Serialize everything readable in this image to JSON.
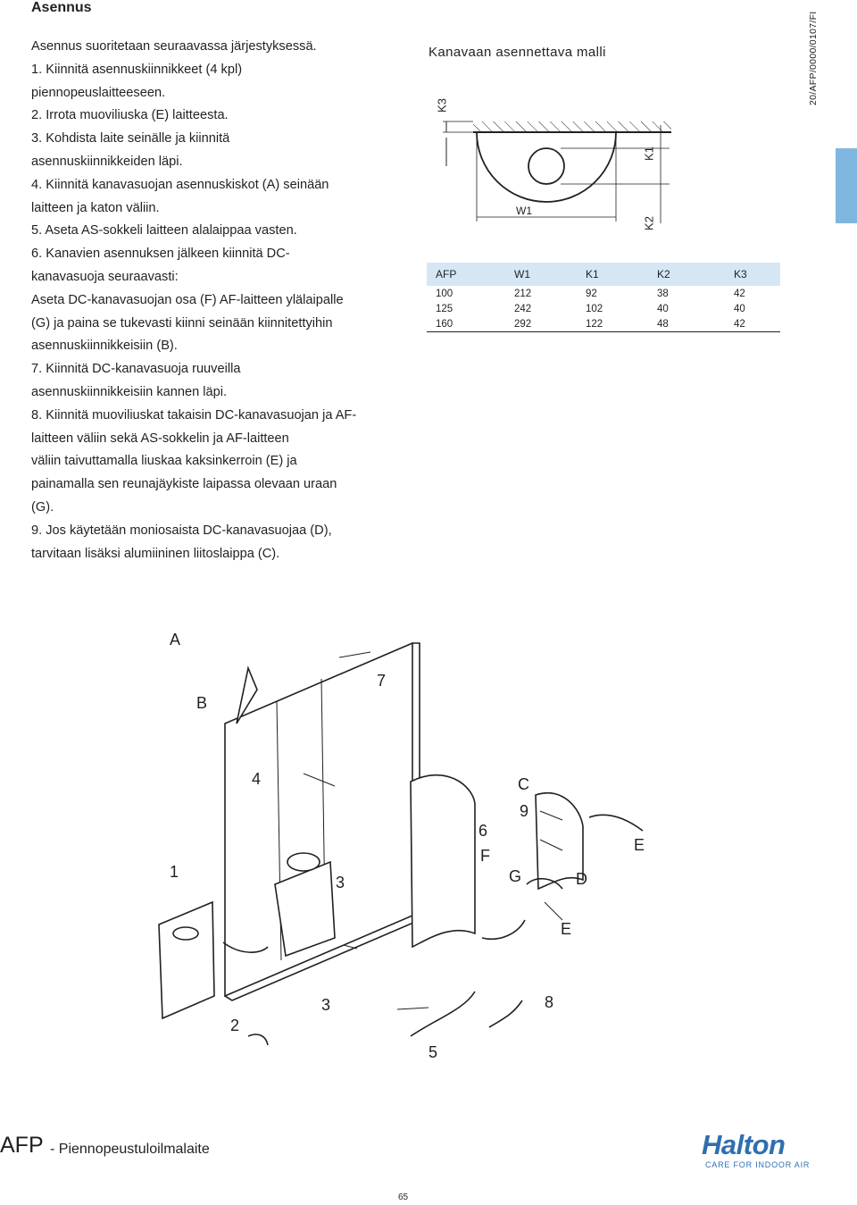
{
  "section_title": "Asennus",
  "steps": [
    "Asennus suoritetaan seuraavassa järjestyksessä.",
    "1. Kiinnitä asennuskiinnikkeet (4 kpl)",
    "piennopeuslaitteeseen.",
    "2. Irrota muoviliuska (E) laitteesta.",
    "3. Kohdista laite seinälle ja kiinnitä",
    "asennuskiinnikkeiden läpi.",
    "4. Kiinnitä kanavasuojan asennuskiskot (A) seinään",
    "laitteen ja katon väliin.",
    "5. Aseta AS-sokkeli laitteen alalaippaa vasten.",
    "6. Kanavien asennuksen jälkeen kiinnitä DC-",
    "kanavasuoja seuraavasti:",
    "Aseta DC-kanavasuojan osa (F) AF-laitteen ylälaipalle",
    "(G) ja paina se tukevasti kiinni seinään kiinnitettyihin",
    "asennuskiinnikkeisiin (B).",
    "7. Kiinnitä DC-kanavasuoja ruuveilla",
    "asennuskiinnikkeisiin kannen läpi.",
    "8. Kiinnitä muoviliuskat takaisin DC-kanavasuojan ja AF-",
    "laitteen väliin sekä AS-sokkelin ja AF-laitteen",
    "väliin taivuttamalla liuskaa kaksinkerroin (E) ja",
    "painamalla sen reunajäykiste laipassa olevaan uraan",
    "(G).",
    "9. Jos käytetään moniosaista DC-kanavasuojaa (D),",
    "tarvitaan lisäksi alumiininen liitoslaippa (C)."
  ],
  "doc_code": "20/AFP/0000/0107/FI",
  "model_title": "Kanavaan asennettava malli",
  "diagram_labels": {
    "k3": "K3",
    "k1": "K1",
    "k2": "K2",
    "w1": "W1"
  },
  "table": {
    "headers": [
      "AFP",
      "W1",
      "K1",
      "K2",
      "K3"
    ],
    "rows": [
      [
        "100",
        "212",
        "92",
        "38",
        "42"
      ],
      [
        "125",
        "242",
        "102",
        "40",
        "40"
      ],
      [
        "160",
        "292",
        "122",
        "48",
        "42"
      ]
    ]
  },
  "assembly_labels": {
    "A": "A",
    "B": "B",
    "n7": "7",
    "n4": "4",
    "n1": "1",
    "n3a": "3",
    "C": "C",
    "n9": "9",
    "n6": "6",
    "F": "F",
    "E1": "E",
    "G": "G",
    "D": "D",
    "E2": "E",
    "n3b": "3",
    "n8": "8",
    "n2": "2",
    "n5": "5"
  },
  "footer": {
    "product_code": "AFP",
    "product_name": "- Piennopeustuloilmalaite",
    "brand": "Halton",
    "tagline": "CARE FOR INDOOR AIR",
    "page_number": "65"
  },
  "colors": {
    "text": "#231f20",
    "table_header": "#d5e7f5",
    "side_tab": "#7fb6de",
    "brand": "#2f6fb0"
  }
}
